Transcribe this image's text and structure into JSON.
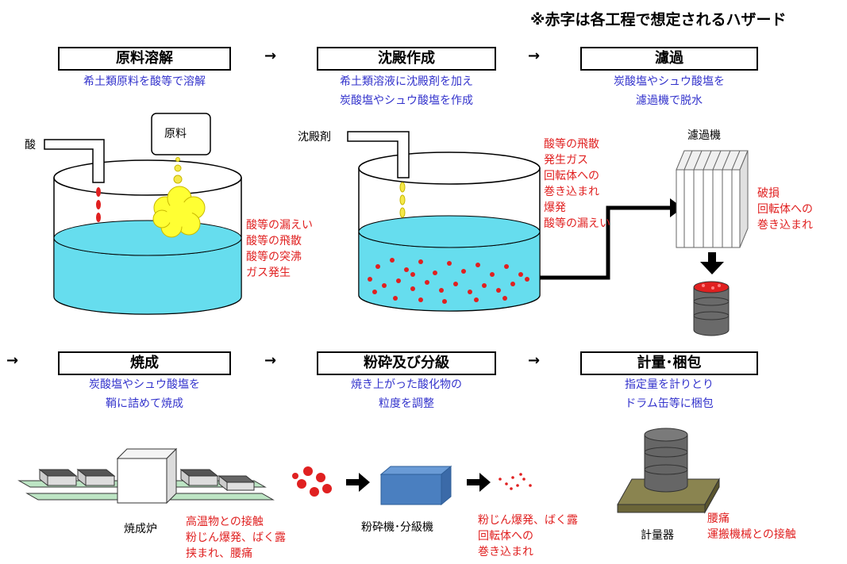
{
  "header_note": "※赤字は各工程で想定されるハザード",
  "arrow_glyph": "→",
  "steps": [
    {
      "title": "原料溶解",
      "desc1": "希土類原料を酸等で溶解",
      "desc2": ""
    },
    {
      "title": "沈殿作成",
      "desc1": "希土類溶液に沈殿剤を加え",
      "desc2": "炭酸塩やシュウ酸塩を作成"
    },
    {
      "title": "濾過",
      "desc1": "炭酸塩やシュウ酸塩を",
      "desc2": "濾過機で脱水"
    },
    {
      "title": "焼成",
      "desc1": "炭酸塩やシュウ酸塩を",
      "desc2": "鞘に詰めて焼成"
    },
    {
      "title": "粉砕及び分級",
      "desc1": "焼き上がった酸化物の",
      "desc2": "粒度を調整"
    },
    {
      "title": "計量･梱包",
      "desc1": "指定量を計りとり",
      "desc2": "ドラム缶等に梱包"
    }
  ],
  "labels": {
    "acid": "酸",
    "raw_material": "原料",
    "precipitant": "沈殿剤",
    "filter": "濾過機",
    "furnace": "焼成炉",
    "crusher": "粉砕機･分級機",
    "scale": "計量器"
  },
  "hazards": {
    "dissolve": [
      "酸等の漏えい",
      "酸等の飛散",
      "酸等の突沸",
      "ガス発生"
    ],
    "precipitate": [
      "酸等の飛散",
      "発生ガス",
      "回転体への",
      "巻き込まれ",
      "爆発",
      "酸等の漏えい"
    ],
    "filter": [
      "破損",
      "回転体への",
      "巻き込まれ"
    ],
    "firing": [
      "高温物との接触",
      "粉じん爆発、ばく露",
      "挟まれ、腰痛"
    ],
    "crushing": [
      "粉じん爆発、ばく露",
      "回転体への",
      "巻き込まれ"
    ],
    "packing": [
      "腰痛",
      "運搬機械との接触"
    ]
  },
  "colors": {
    "hazard": "#e02020",
    "description": "#3333cc",
    "liquid": "#66ddee",
    "particle": "#e02020",
    "drum": "#666666",
    "crusher": "#4a7fc0",
    "scale_base": "#8a8450"
  }
}
